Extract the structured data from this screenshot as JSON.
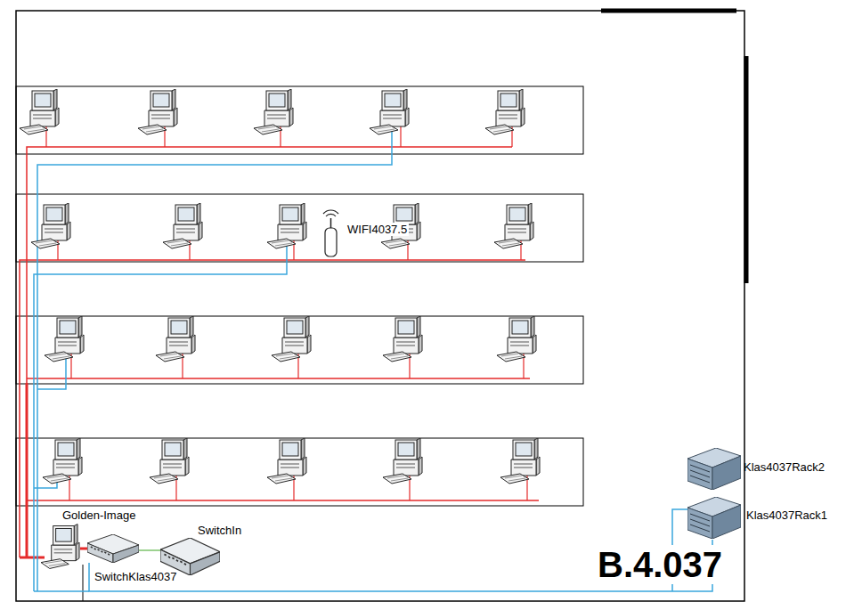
{
  "diagram": {
    "nodes": [
      {
        "text": [
          "WIFI4037.5"
        ]
      },
      {
        "text": [
          "Klas4037Rack2"
        ]
      },
      {
        "text": [
          "Golden-Image"
        ]
      },
      {
        "text": [
          "Klas4037Rack1"
        ]
      },
      {
        "text": [
          "SwitchIn"
        ]
      },
      {
        "text": [
          "SwitchKlas4037"
        ]
      }
    ],
    "edges": [
      {
        "from": 2,
        "to": 5,
        "arrow": "none"
      },
      {
        "from": 5,
        "to": 4,
        "arrow": "none"
      },
      {
        "from": 5,
        "to": 3,
        "arrow": "none"
      }
    ],
    "labels": [
      "B.4.037"
    ]
  }
}
